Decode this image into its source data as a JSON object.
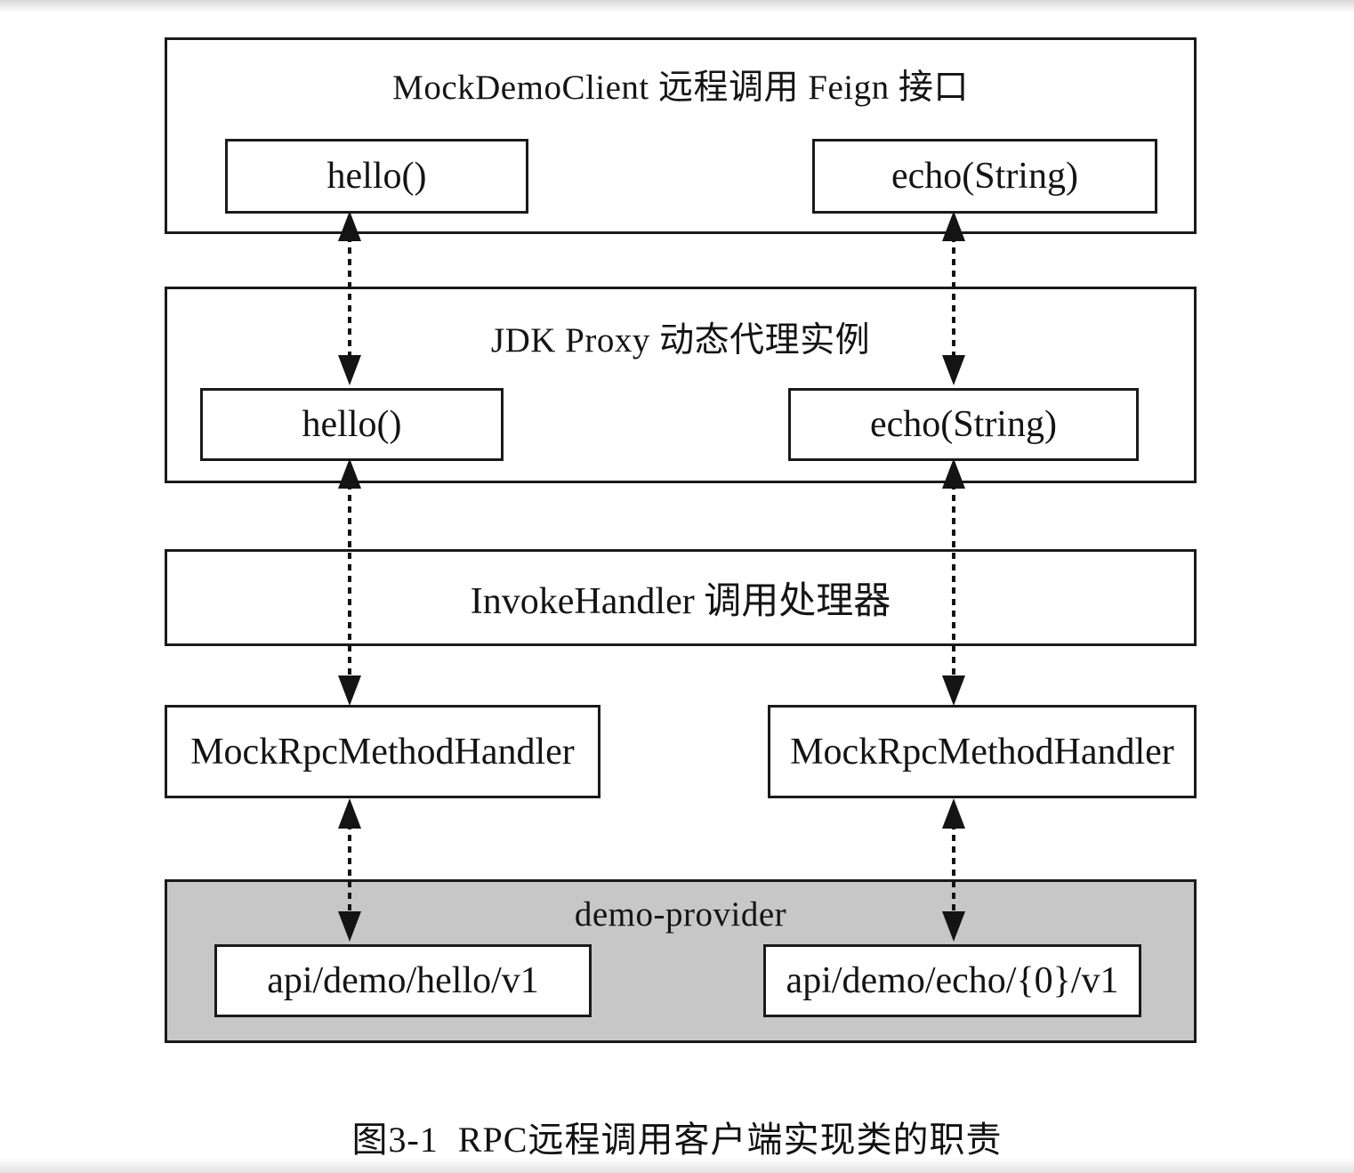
{
  "page": {
    "caption": "图3-1  RPC远程调用客户端实现类的职责"
  },
  "diagram": {
    "feign_layer": {
      "title": "MockDemoClient 远程调用 Feign 接口",
      "hello_method": "hello()",
      "echo_method": "echo(String)"
    },
    "proxy_layer": {
      "title": "JDK Proxy 动态代理实例",
      "hello_method": "hello()",
      "echo_method": "echo(String)"
    },
    "invoke_handler_layer": {
      "title": "InvokeHandler 调用处理器"
    },
    "method_handler_left": "MockRpcMethodHandler",
    "method_handler_right": "MockRpcMethodHandler",
    "provider_layer": {
      "title": "demo-provider",
      "hello_endpoint": "api/demo/hello/v1",
      "echo_endpoint": "api/demo/echo/{0}/v1"
    },
    "colors": {
      "border": "#1a1a1a",
      "provider_fill": "#c7c7c7",
      "background": "#ffffff"
    }
  }
}
